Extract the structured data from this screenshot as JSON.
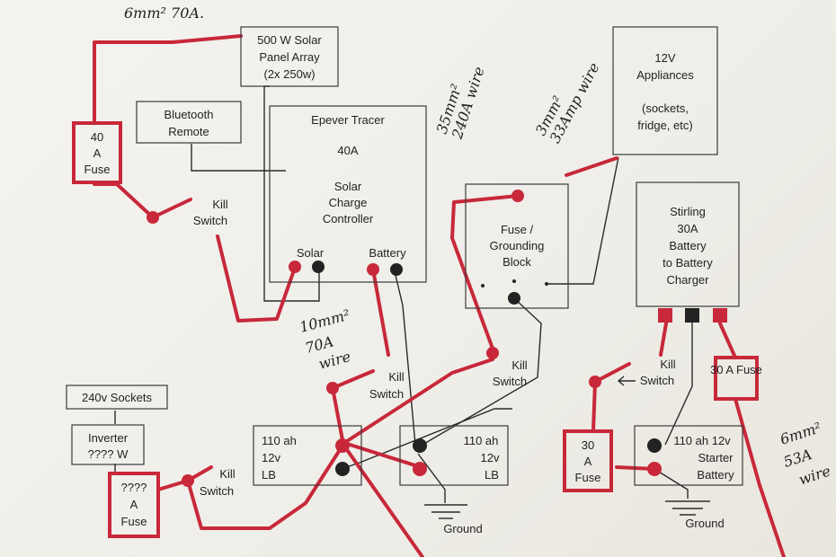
{
  "components": {
    "solar_panel": [
      "500 W Solar",
      "Panel Array",
      "(2x 250w)"
    ],
    "bluetooth_remote": [
      "Bluetooth",
      "Remote"
    ],
    "charge_controller": [
      "Epever Tracer",
      "40A",
      "Solar",
      "Charge",
      "Controller"
    ],
    "controller_solar_port": "Solar",
    "controller_battery_port": "Battery",
    "appliances": [
      "12V",
      "Appliances",
      "(sockets,",
      "fridge, etc)"
    ],
    "fuse_block": [
      "Fuse /",
      "Grounding",
      "Block"
    ],
    "stirling": [
      "Stirling",
      "30A",
      "Battery",
      "to Battery",
      "Charger"
    ],
    "battery_1": [
      "110 ah",
      "12v",
      "LB"
    ],
    "battery_2": [
      "110 ah",
      "12v",
      "LB"
    ],
    "starter_battery": [
      "110 ah  12v",
      "Starter",
      "Battery"
    ],
    "sockets_240": "240v Sockets",
    "inverter": [
      "Inverter",
      "???? W"
    ]
  },
  "fuses": {
    "fuse_40a": [
      "40",
      "A",
      "Fuse"
    ],
    "fuse_inverter": [
      "????",
      "A",
      "Fuse"
    ],
    "fuse_30a_left": [
      "30",
      "A",
      "Fuse"
    ],
    "fuse_30a_right": "30 A Fuse"
  },
  "kill_switches": {
    "ks_solar": [
      "Kill",
      "Switch"
    ],
    "ks_battery": [
      "Kill",
      "Switch"
    ],
    "ks_fuseblock": [
      "Kill",
      "Switch"
    ],
    "ks_inverter": [
      "Kill",
      "Switch"
    ],
    "ks_starter": [
      "Kill",
      "Switch"
    ]
  },
  "grounds": {
    "ground_1": "Ground",
    "ground_2": "Ground"
  },
  "annotations": {
    "wire_6mm_70a": "6mm² 70A.",
    "wire_35mm": [
      "35mm²",
      "240A wire"
    ],
    "wire_3mm": [
      "3mm²",
      "33Amp wire"
    ],
    "wire_10mm": [
      "10mm²",
      "70A",
      "wire"
    ],
    "wire_6mm_53a": [
      "6mm²",
      "53A",
      "wire"
    ]
  },
  "colors": {
    "positive_wire": "#c8283a",
    "negative_wire": "#2a2a2a",
    "paper": "#f1f0eb"
  }
}
